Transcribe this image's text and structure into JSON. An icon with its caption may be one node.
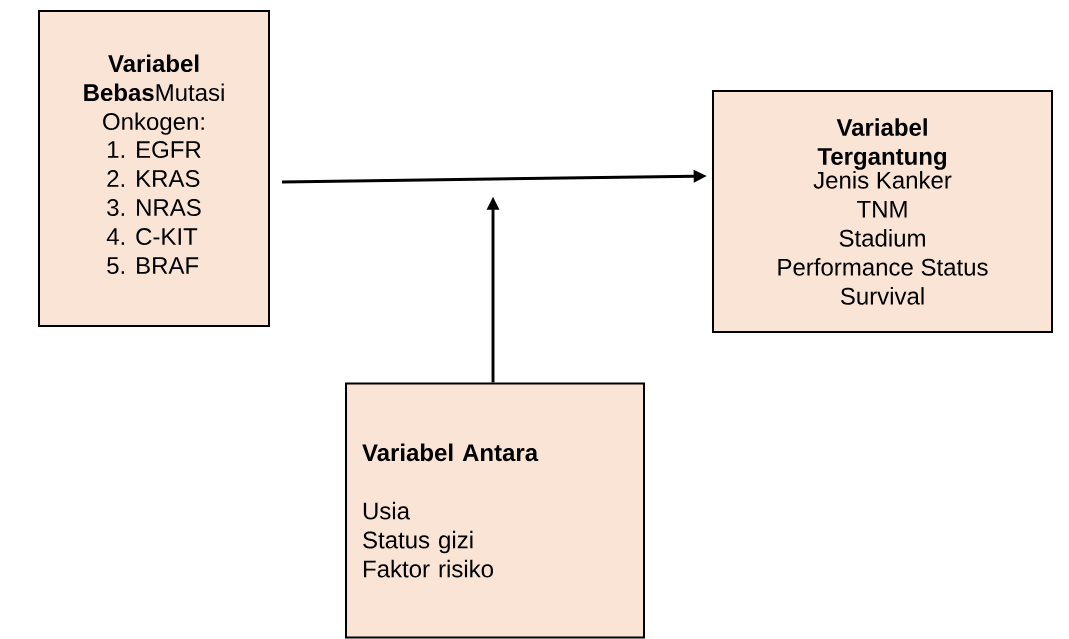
{
  "diagram": {
    "nodes": [
      {
        "text": [
          "**Variabel Bebas**Mutasi Onkogen:",
          "1. EGFR",
          "2. KRAS",
          "3. NRAS",
          "4. C-KIT",
          "5. BRAF"
        ]
      },
      {
        "text": [
          "Variabel Tergantung",
          "Jenis Kanker",
          "TNM",
          "Stadium",
          "Performance Status",
          "Survival"
        ]
      },
      {
        "text": [
          "Variabel Antara",
          "Usia",
          "Status gizi",
          "Faktor risiko"
        ]
      }
    ],
    "edges": [
      {
        "from": 0,
        "to": 1,
        "arrow": "to"
      },
      {
        "from": 2,
        "to": null,
        "arrow": "to"
      }
    ]
  }
}
